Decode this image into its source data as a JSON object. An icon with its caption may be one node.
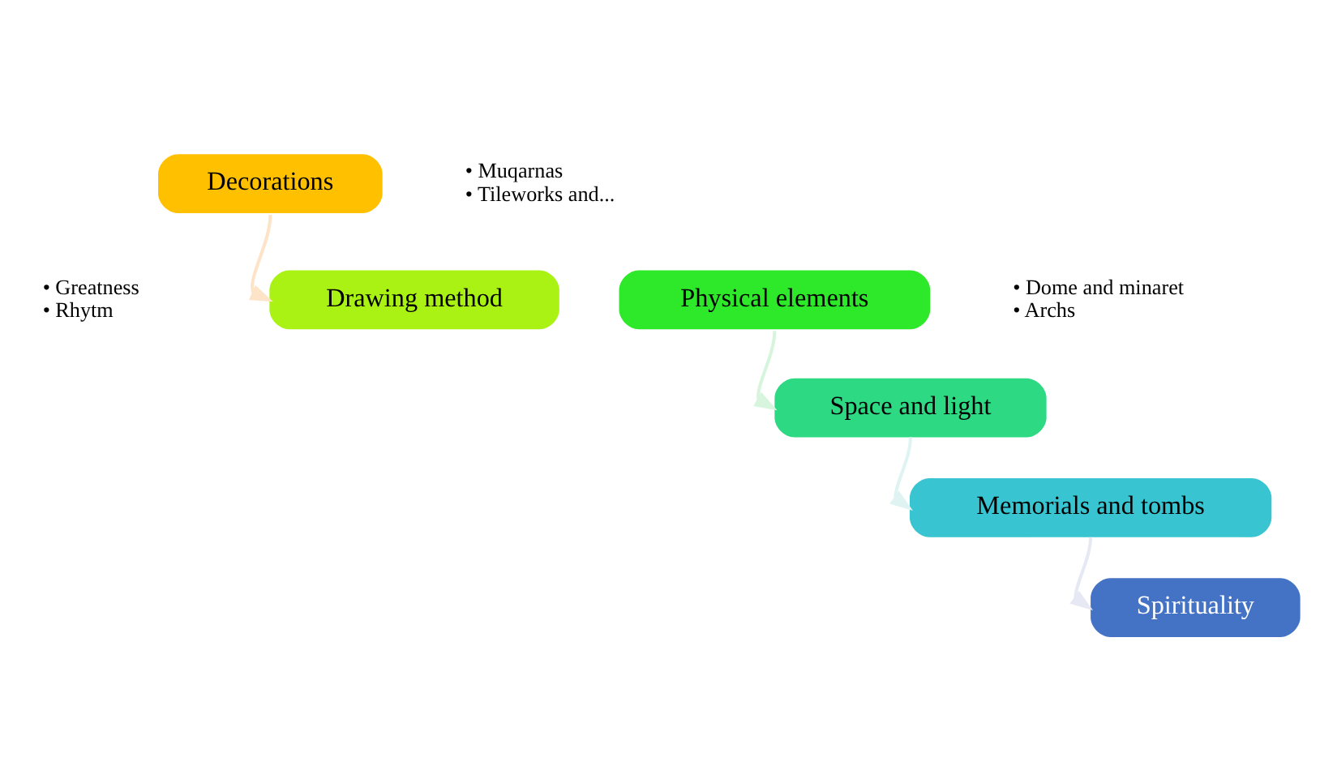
{
  "diagram": {
    "nodes": [
      {
        "text": [
          "Decorations"
        ],
        "beside": [
          "• Muqarnas",
          "• Tileworks and..."
        ]
      },
      {
        "text": [
          "Drawing method"
        ]
      },
      {
        "text": [
          "Physical elements"
        ],
        "beside": [
          "• Dome and minaret",
          "• Archs"
        ]
      },
      {
        "text": [
          "Space and light"
        ]
      },
      {
        "text": [
          "Memorials and tombs"
        ]
      },
      {
        "text": [
          "Spirituality"
        ]
      }
    ],
    "edges": [
      {
        "from": 0,
        "to": 1,
        "arrow": "to",
        "color": "#fde3c8"
      },
      {
        "from": 2,
        "to": 3,
        "arrow": "to",
        "color": "#d6f5dc"
      },
      {
        "from": 3,
        "to": 4,
        "arrow": "to",
        "color": "#dff3f3"
      },
      {
        "from": 4,
        "to": 5,
        "arrow": "to",
        "color": "#e6e9f4"
      }
    ],
    "labels": [
      "• Greatness",
      "• Rhytm"
    ]
  }
}
